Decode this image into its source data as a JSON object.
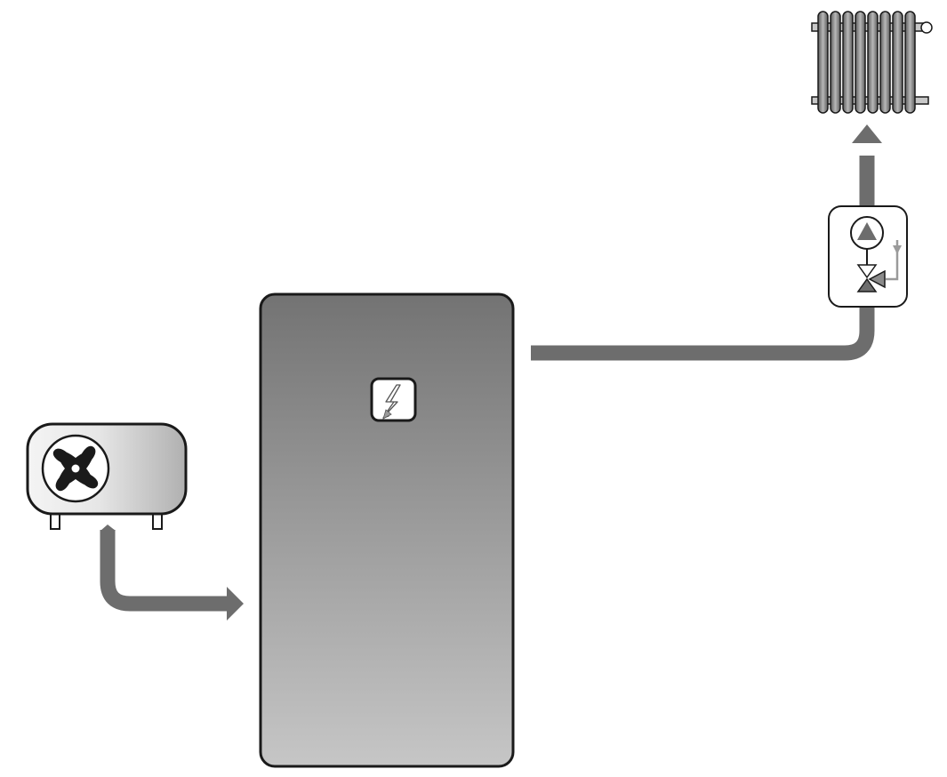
{
  "diagram": {
    "components": [
      {
        "id": "heat-pump",
        "icon": "fan-icon"
      },
      {
        "id": "storage-tank",
        "icon": "lightning-icon"
      },
      {
        "id": "pump-station",
        "icon": "circulation-pump-icon"
      },
      {
        "id": "radiator",
        "icon": "radiator-icon"
      }
    ],
    "flows": [
      {
        "from": "heat-pump",
        "to": "storage-tank"
      },
      {
        "from": "storage-tank",
        "to": "pump-station"
      },
      {
        "from": "pump-station",
        "to": "radiator"
      }
    ]
  },
  "colors": {
    "pipe": "#6d6d6d",
    "outline": "#1a1a1a",
    "tank_top": "#737373",
    "tank_bottom": "#c6c6c6",
    "unit_light": "#f4f4f4",
    "unit_dark": "#b0b0b0",
    "accent_gray": "#8a8a8a"
  }
}
